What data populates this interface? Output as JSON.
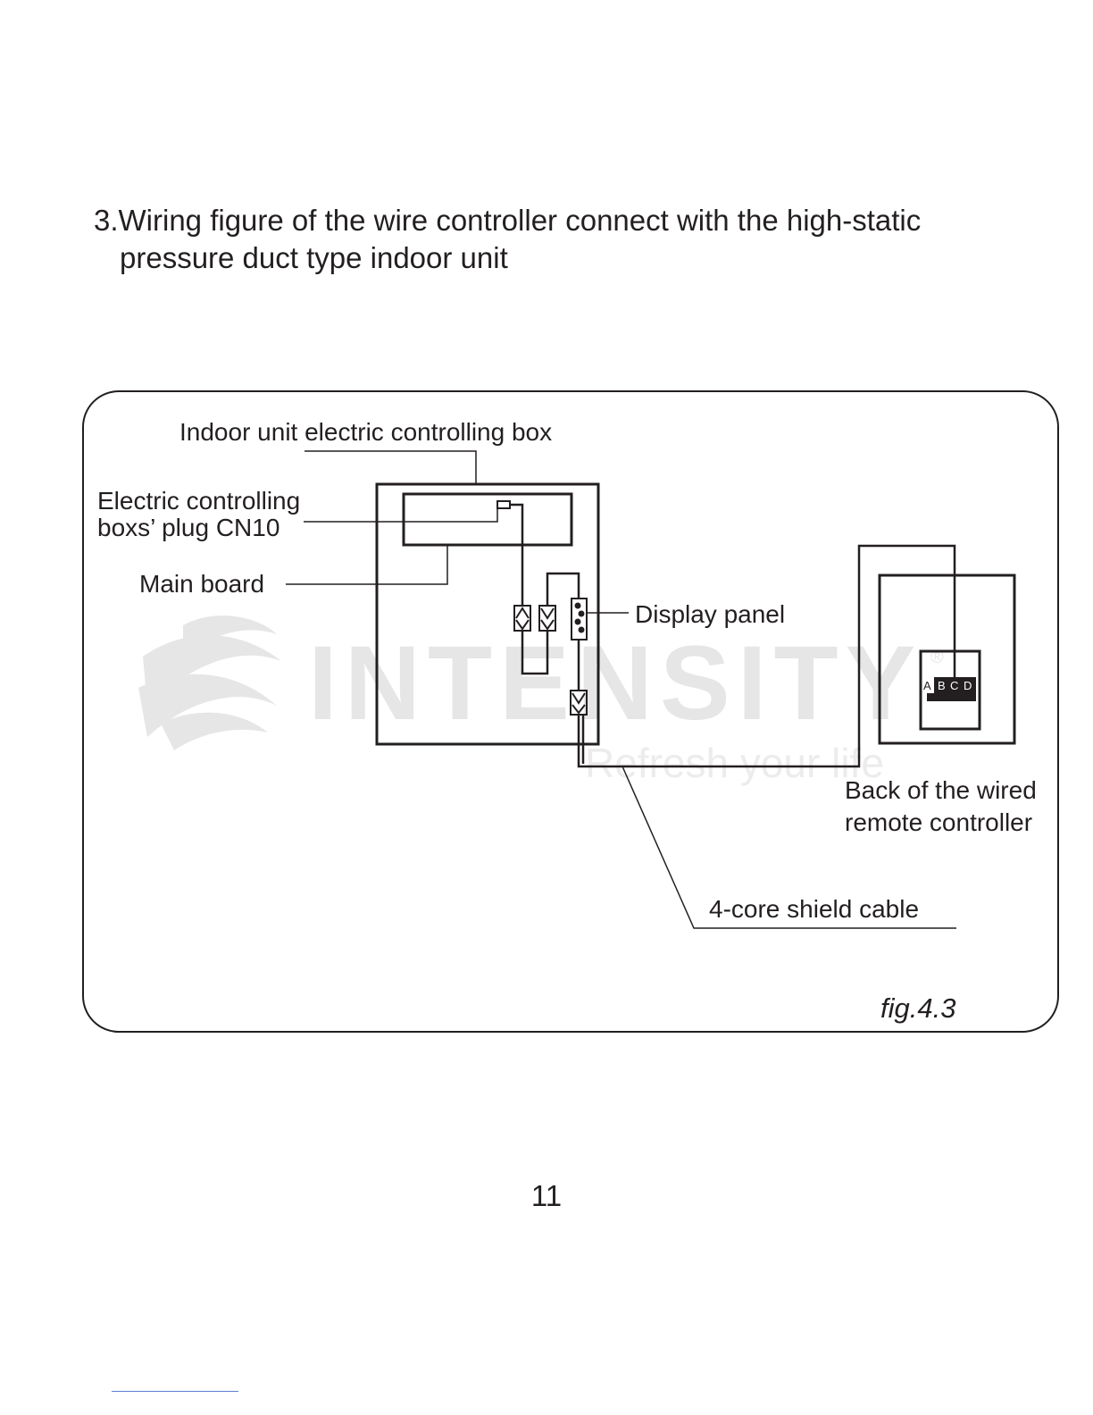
{
  "heading": {
    "line1": "3.Wiring figure of the wire controller connect with the high-static",
    "line2": "pressure duct type indoor unit"
  },
  "figure": {
    "labels": {
      "indoor_box": "Indoor unit electric controlling box",
      "plug_line1": "Electric controlling",
      "plug_line2": "boxs’ plug CN10",
      "main_board": "Main board",
      "display_panel": "Display panel",
      "remote_line1": "Back of the wired",
      "remote_line2": "remote controller",
      "cable": "4-core shield cable",
      "caption": "fig.4.3"
    },
    "terminals": [
      "A",
      "B",
      "C",
      "D"
    ],
    "watermark": {
      "brand": "INTENSITY",
      "tagline": "Refresh your life",
      "registered": "®"
    }
  },
  "page_number": "11",
  "colors": {
    "ink": "#231f20",
    "watermark": "#e6e6e6",
    "footer_rule": "#5b7fd1"
  }
}
